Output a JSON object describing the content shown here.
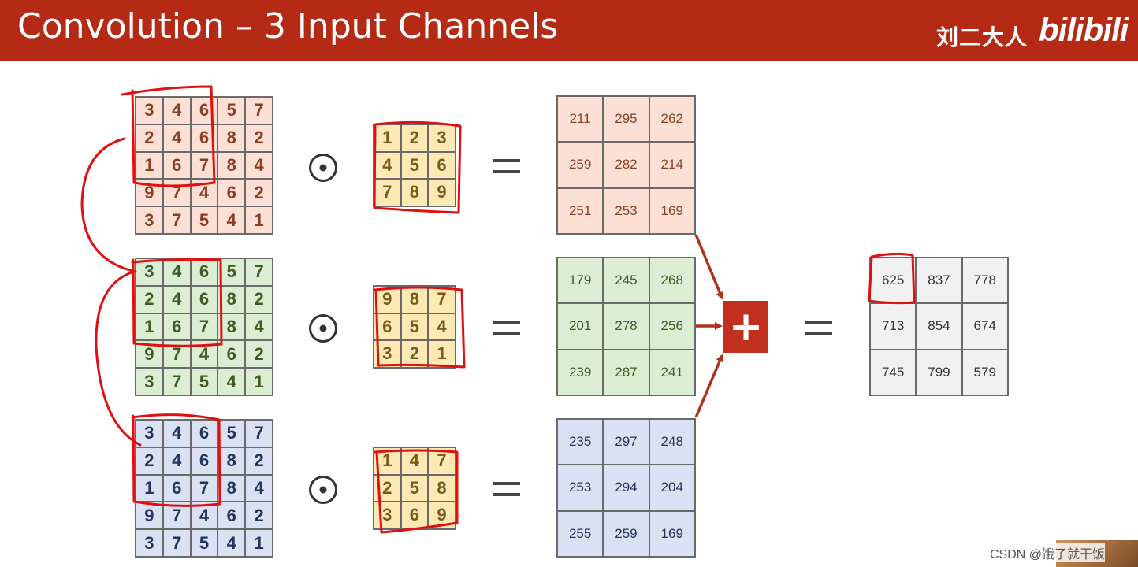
{
  "header": {
    "title": "Convolution – 3 Input Channels",
    "author": "刘二大人",
    "logo": "bilibili"
  },
  "inputs": {
    "red": [
      [
        3,
        4,
        6,
        5,
        7
      ],
      [
        2,
        4,
        6,
        8,
        2
      ],
      [
        1,
        6,
        7,
        8,
        4
      ],
      [
        9,
        7,
        4,
        6,
        2
      ],
      [
        3,
        7,
        5,
        4,
        1
      ]
    ],
    "green": [
      [
        3,
        4,
        6,
        5,
        7
      ],
      [
        2,
        4,
        6,
        8,
        2
      ],
      [
        1,
        6,
        7,
        8,
        4
      ],
      [
        9,
        7,
        4,
        6,
        2
      ],
      [
        3,
        7,
        5,
        4,
        1
      ]
    ],
    "blue": [
      [
        3,
        4,
        6,
        5,
        7
      ],
      [
        2,
        4,
        6,
        8,
        2
      ],
      [
        1,
        6,
        7,
        8,
        4
      ],
      [
        9,
        7,
        4,
        6,
        2
      ],
      [
        3,
        7,
        5,
        4,
        1
      ]
    ]
  },
  "kernels": {
    "k1": [
      [
        1,
        2,
        3
      ],
      [
        4,
        5,
        6
      ],
      [
        7,
        8,
        9
      ]
    ],
    "k2": [
      [
        9,
        8,
        7
      ],
      [
        6,
        5,
        4
      ],
      [
        3,
        2,
        1
      ]
    ],
    "k3": [
      [
        1,
        4,
        7
      ],
      [
        2,
        5,
        8
      ],
      [
        3,
        6,
        9
      ]
    ]
  },
  "outputs": {
    "red": [
      [
        211,
        295,
        262
      ],
      [
        259,
        282,
        214
      ],
      [
        251,
        253,
        169
      ]
    ],
    "green": [
      [
        179,
        245,
        268
      ],
      [
        201,
        278,
        256
      ],
      [
        239,
        287,
        241
      ]
    ],
    "blue": [
      [
        235,
        297,
        248
      ],
      [
        253,
        294,
        204
      ],
      [
        255,
        259,
        169
      ]
    ]
  },
  "result": [
    [
      625,
      837,
      778
    ],
    [
      713,
      854,
      674
    ],
    [
      745,
      799,
      579
    ]
  ],
  "plus_symbol": "+",
  "watermark": "CSDN @饿了就干饭",
  "colors": {
    "header": "#b52a15",
    "red_fill": "#fde0d5",
    "green_fill": "#dbeed3",
    "blue_fill": "#d9e1f2",
    "kernel_fill": "#fde9b4",
    "result_fill": "#f1f1f1",
    "annotation": "#e01010",
    "arrow": "#b0301c"
  }
}
